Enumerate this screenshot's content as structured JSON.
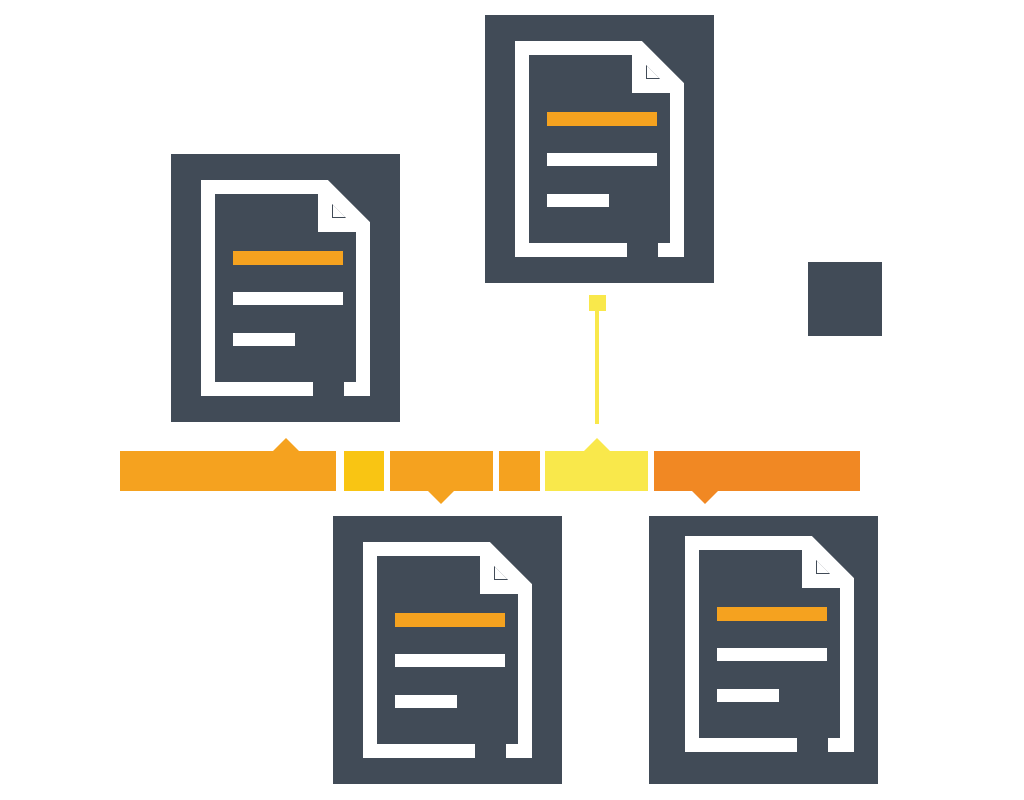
{
  "colors": {
    "card": "#414B57",
    "paper_line": "#FFFFFF",
    "accent_line": "#F5A21F",
    "timeline_orange": "#F5A21F",
    "timeline_gold": "#F9C513",
    "timeline_yellow": "#F9E84B",
    "timeline_dark_orange": "#F18823"
  },
  "documents": [
    {
      "icon": "document-icon",
      "connector": "up"
    },
    {
      "icon": "document-icon",
      "connector": "up-stem"
    },
    {
      "icon": "document-icon",
      "connector": "down"
    },
    {
      "icon": "document-icon",
      "connector": "down"
    }
  ],
  "timeline": {
    "segments": [
      "timeline_orange",
      "timeline_gold",
      "timeline_orange",
      "timeline_orange",
      "timeline_yellow",
      "timeline_dark_orange"
    ]
  }
}
